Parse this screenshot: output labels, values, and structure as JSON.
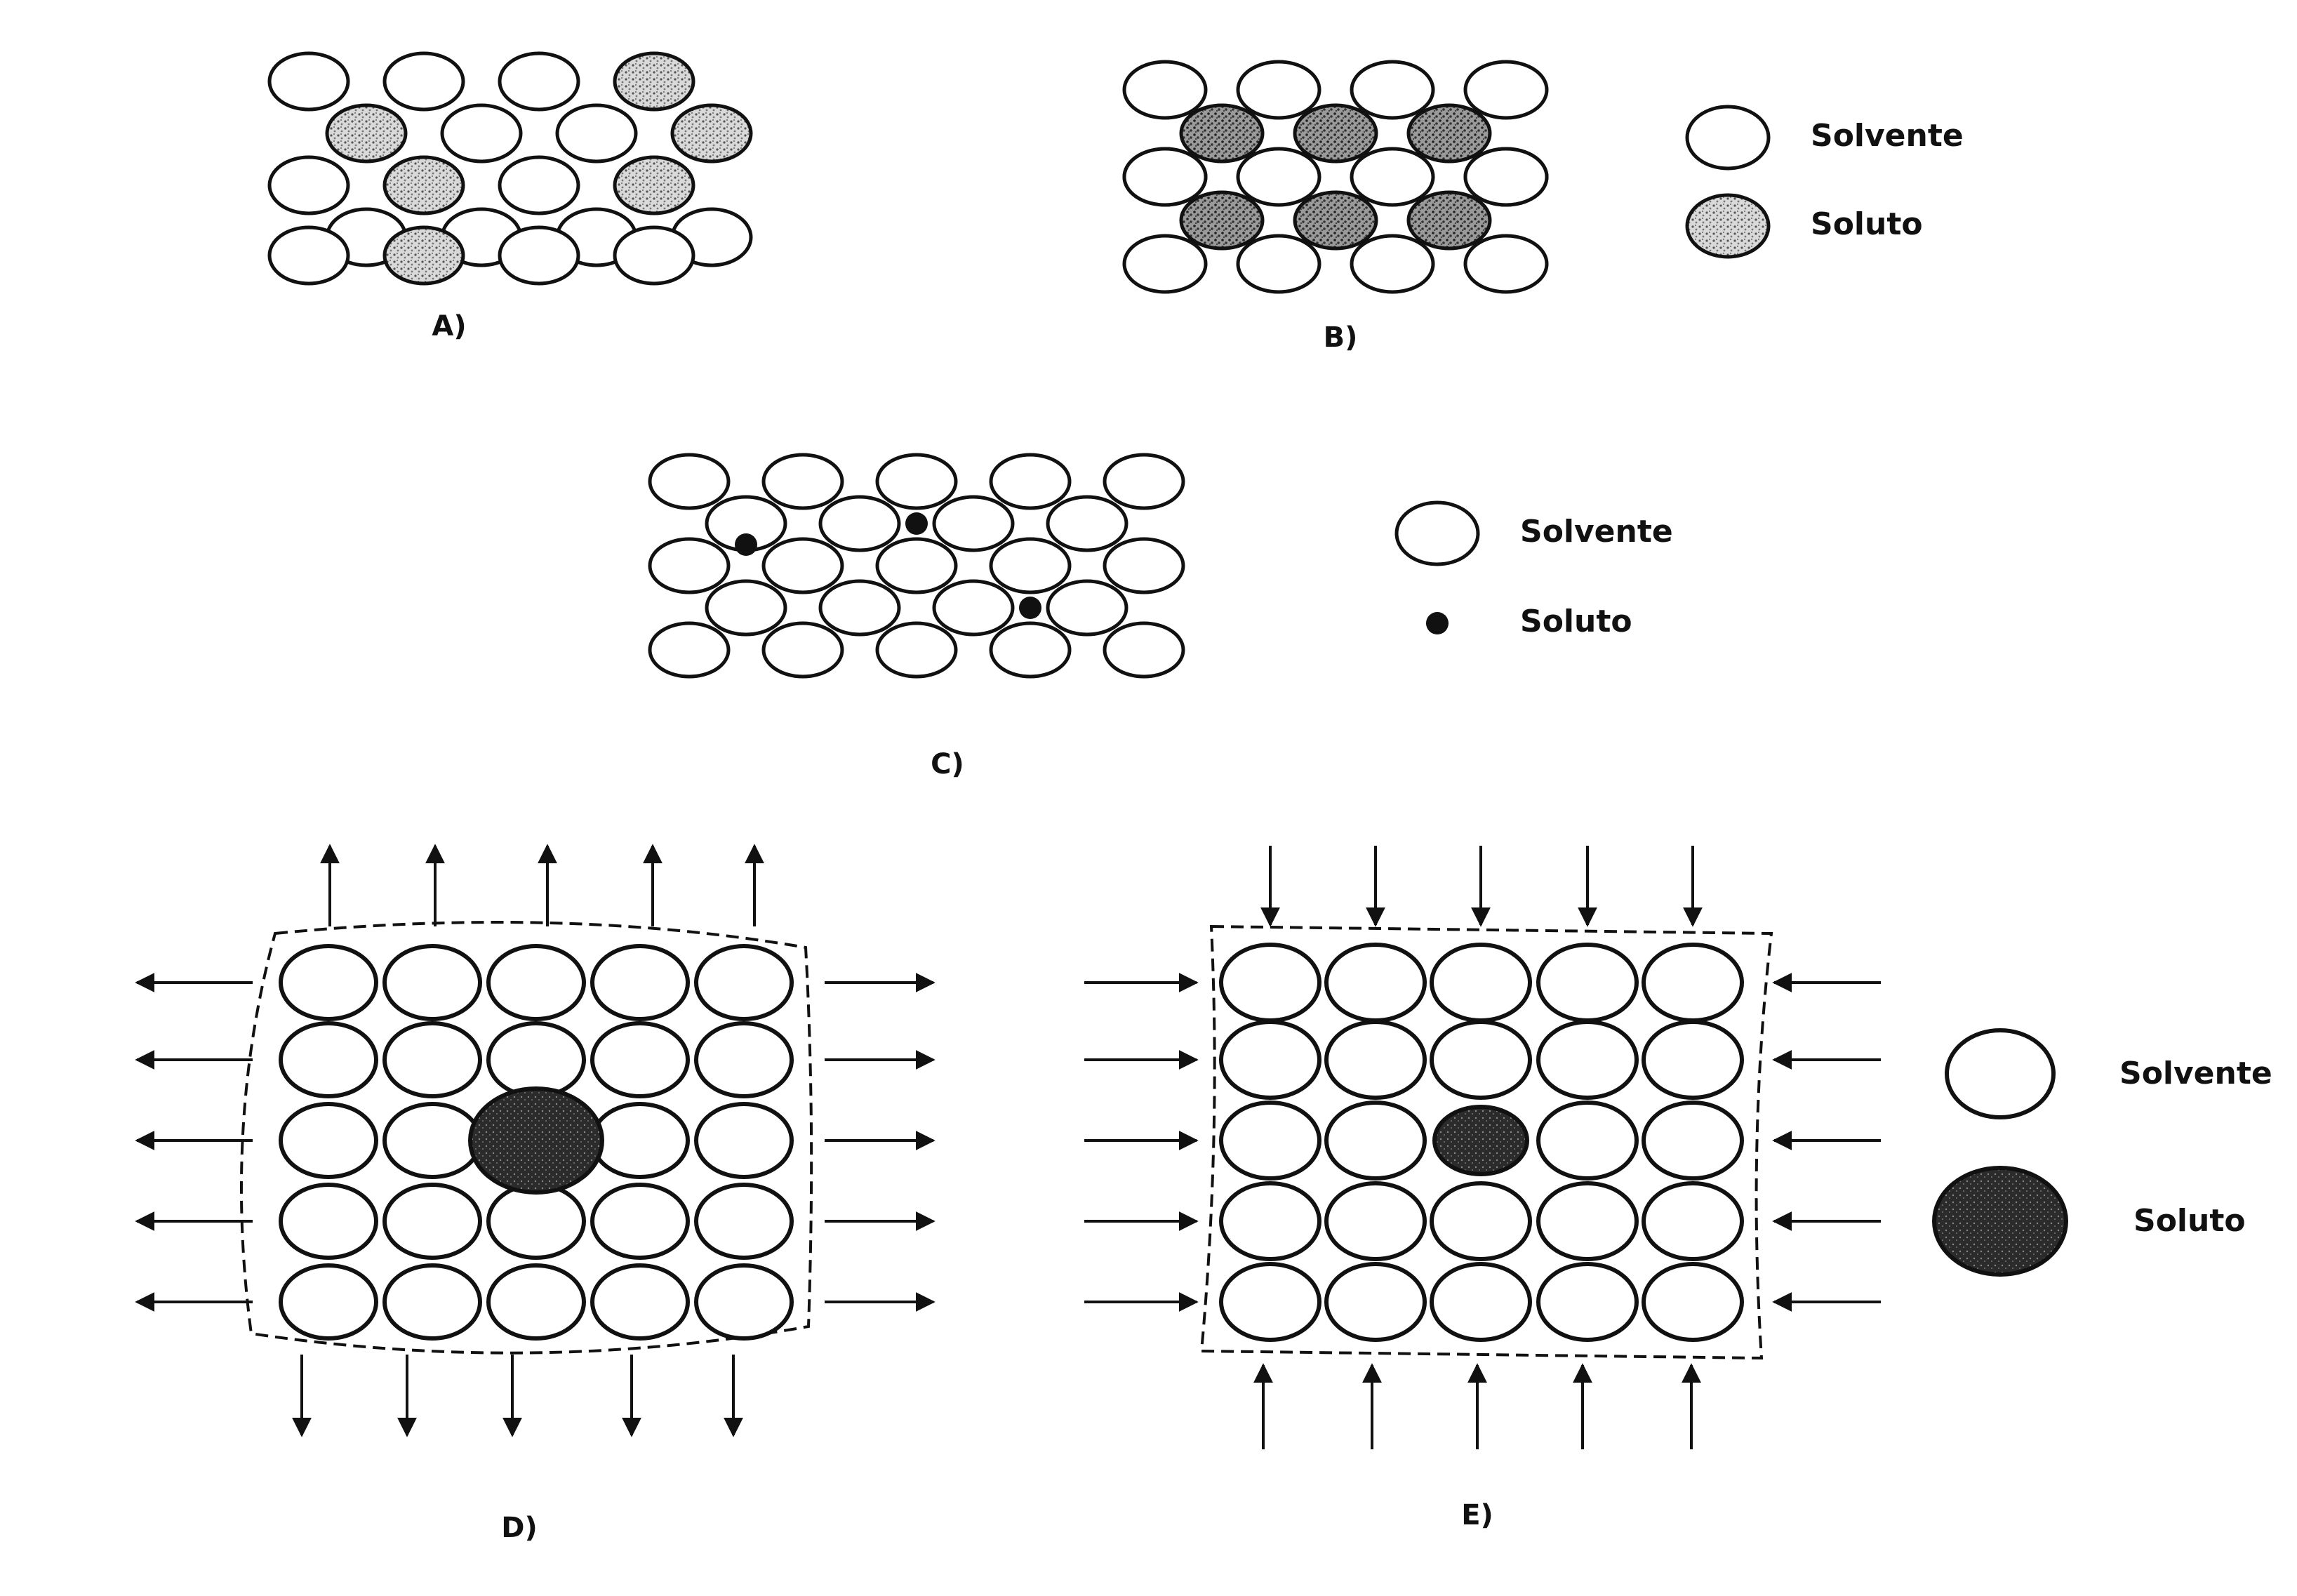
{
  "colors": {
    "ink": "#111111",
    "solvent_fill": "#ffffff",
    "solute_light": "#bdbdbd",
    "solute_medium": "#8a8a8a",
    "solute_dark": "#2a2a2a"
  },
  "panels": [
    {
      "id": "A",
      "label": "A)",
      "solute_style": "light-large"
    },
    {
      "id": "B",
      "label": "B)",
      "solute_style": "medium-large"
    },
    {
      "id": "C",
      "label": "C)",
      "solute_style": "small-interstitial"
    },
    {
      "id": "D",
      "label": "D)",
      "solute_style": "dark-large",
      "lattice_strain": "expansion"
    },
    {
      "id": "E",
      "label": "E)",
      "solute_style": "dark-small",
      "lattice_strain": "compression"
    }
  ],
  "legends": [
    {
      "id": "legend-ab",
      "solvent_label": "Solvente",
      "solute_label": "Soluto"
    },
    {
      "id": "legend-c",
      "solvent_label": "Solvente",
      "solute_label": "Soluto"
    },
    {
      "id": "legend-de",
      "solvent_label": "Solvente",
      "solute_label": "Soluto"
    }
  ]
}
